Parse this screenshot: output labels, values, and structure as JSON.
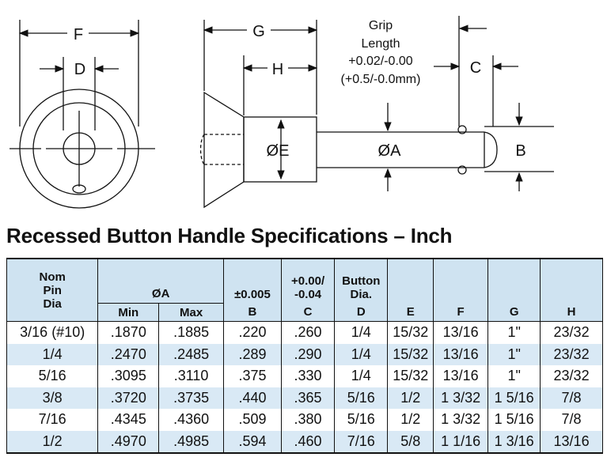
{
  "diagram": {
    "labels": {
      "F": "F",
      "D": "D",
      "G": "G",
      "H": "H",
      "C": "C",
      "B": "B",
      "E": "ØE",
      "A": "ØA",
      "grip_line1": "Grip",
      "grip_line2": "Length",
      "grip_line3": "+0.02/-0.00",
      "grip_line4": "(+0.5/-0.0mm)"
    }
  },
  "title": "Recessed Button Handle Specifications – Inch",
  "table": {
    "headers": {
      "nom_l1": "Nom",
      "nom_l2": "Pin",
      "nom_l3": "Dia",
      "a_group": "ØA",
      "a_min": "Min",
      "a_max": "Max",
      "b_tol": "±0.005",
      "b": "B",
      "c_tol1": "+0.00/",
      "c_tol2": "-0.04",
      "c": "C",
      "d_l1": "Button",
      "d_l2": "Dia.",
      "d": "D",
      "e": "E",
      "f": "F",
      "g": "G",
      "h": "H"
    },
    "rows": [
      [
        "3/16 (#10)",
        ".1870",
        ".1885",
        ".220",
        ".260",
        "1/4",
        "15/32",
        "13/16",
        "1\"",
        "23/32"
      ],
      [
        "1/4",
        ".2470",
        ".2485",
        ".289",
        ".290",
        "1/4",
        "15/32",
        "13/16",
        "1\"",
        "23/32"
      ],
      [
        "5/16",
        ".3095",
        ".3110",
        ".375",
        ".330",
        "1/4",
        "15/32",
        "13/16",
        "1\"",
        "23/32"
      ],
      [
        "3/8",
        ".3720",
        ".3735",
        ".440",
        ".365",
        "5/16",
        "1/2",
        "1 3/32",
        "1 5/16",
        "7/8"
      ],
      [
        "7/16",
        ".4345",
        ".4360",
        ".509",
        ".380",
        "5/16",
        "1/2",
        "1 3/32",
        "1 5/16",
        "7/8"
      ],
      [
        "1/2",
        ".4970",
        ".4985",
        ".594",
        ".460",
        "7/16",
        "5/8",
        "1 1/16",
        "1 3/16",
        "13/16"
      ]
    ]
  }
}
